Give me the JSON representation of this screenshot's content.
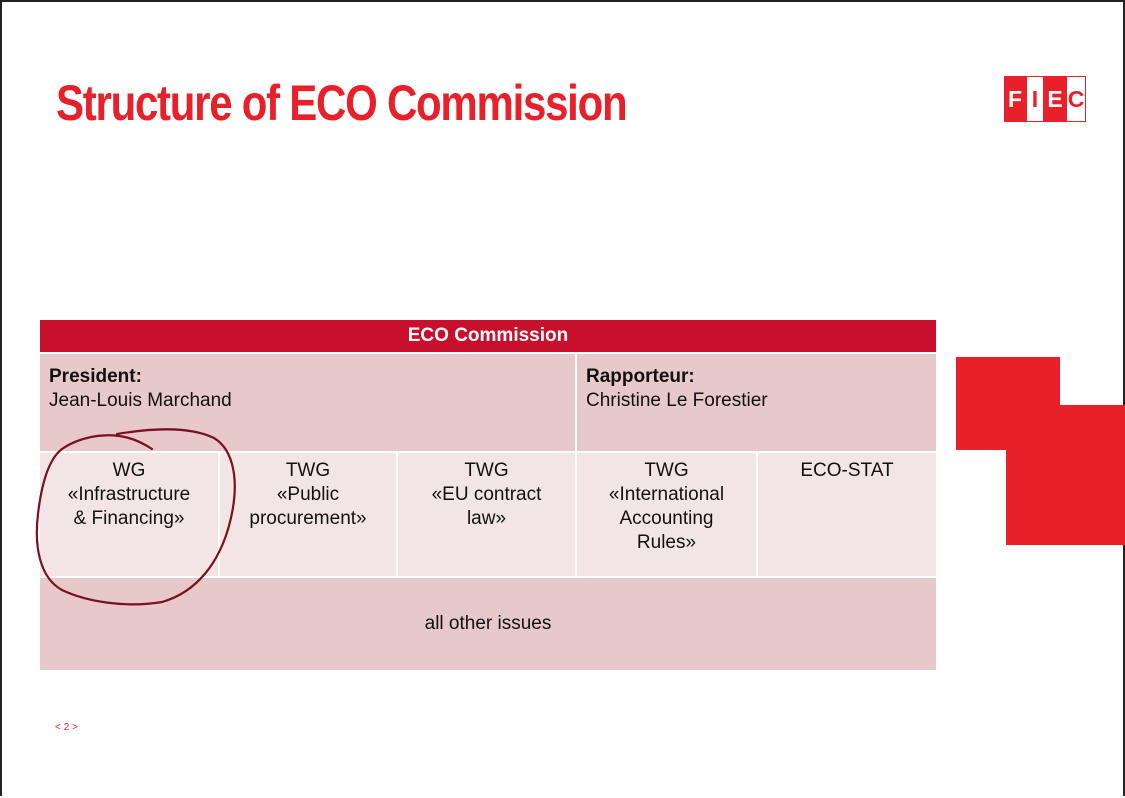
{
  "slide": {
    "title": "Structure of ECO Commission",
    "page_number": "< 2 >"
  },
  "logo": {
    "letters": [
      "F",
      "I",
      "E",
      "C"
    ],
    "brand_color": "#e8202a"
  },
  "table": {
    "header": "ECO Commission",
    "president": {
      "label": "President:",
      "name": "Jean-Louis Marchand"
    },
    "rapporteur": {
      "label": "Rapporteur:",
      "name": "Christine Le Forestier"
    },
    "groups": [
      {
        "lines": [
          "WG",
          "«Infrastructure",
          "& Financing»"
        ]
      },
      {
        "lines": [
          "TWG",
          "«Public",
          "procurement»"
        ]
      },
      {
        "lines": [
          "TWG",
          "«EU contract",
          "law»"
        ]
      },
      {
        "lines": [
          "TWG",
          "«International",
          "Accounting",
          "Rules»"
        ]
      },
      {
        "lines": [
          "ECO-STAT"
        ]
      }
    ],
    "footer_row": "all other issues"
  },
  "colors": {
    "header_bg": "#c8102e",
    "row_dark": "#e8c9c9",
    "row_light": "#f3e5e5",
    "accent": "#e8202a",
    "annotation": "#7a1020"
  }
}
